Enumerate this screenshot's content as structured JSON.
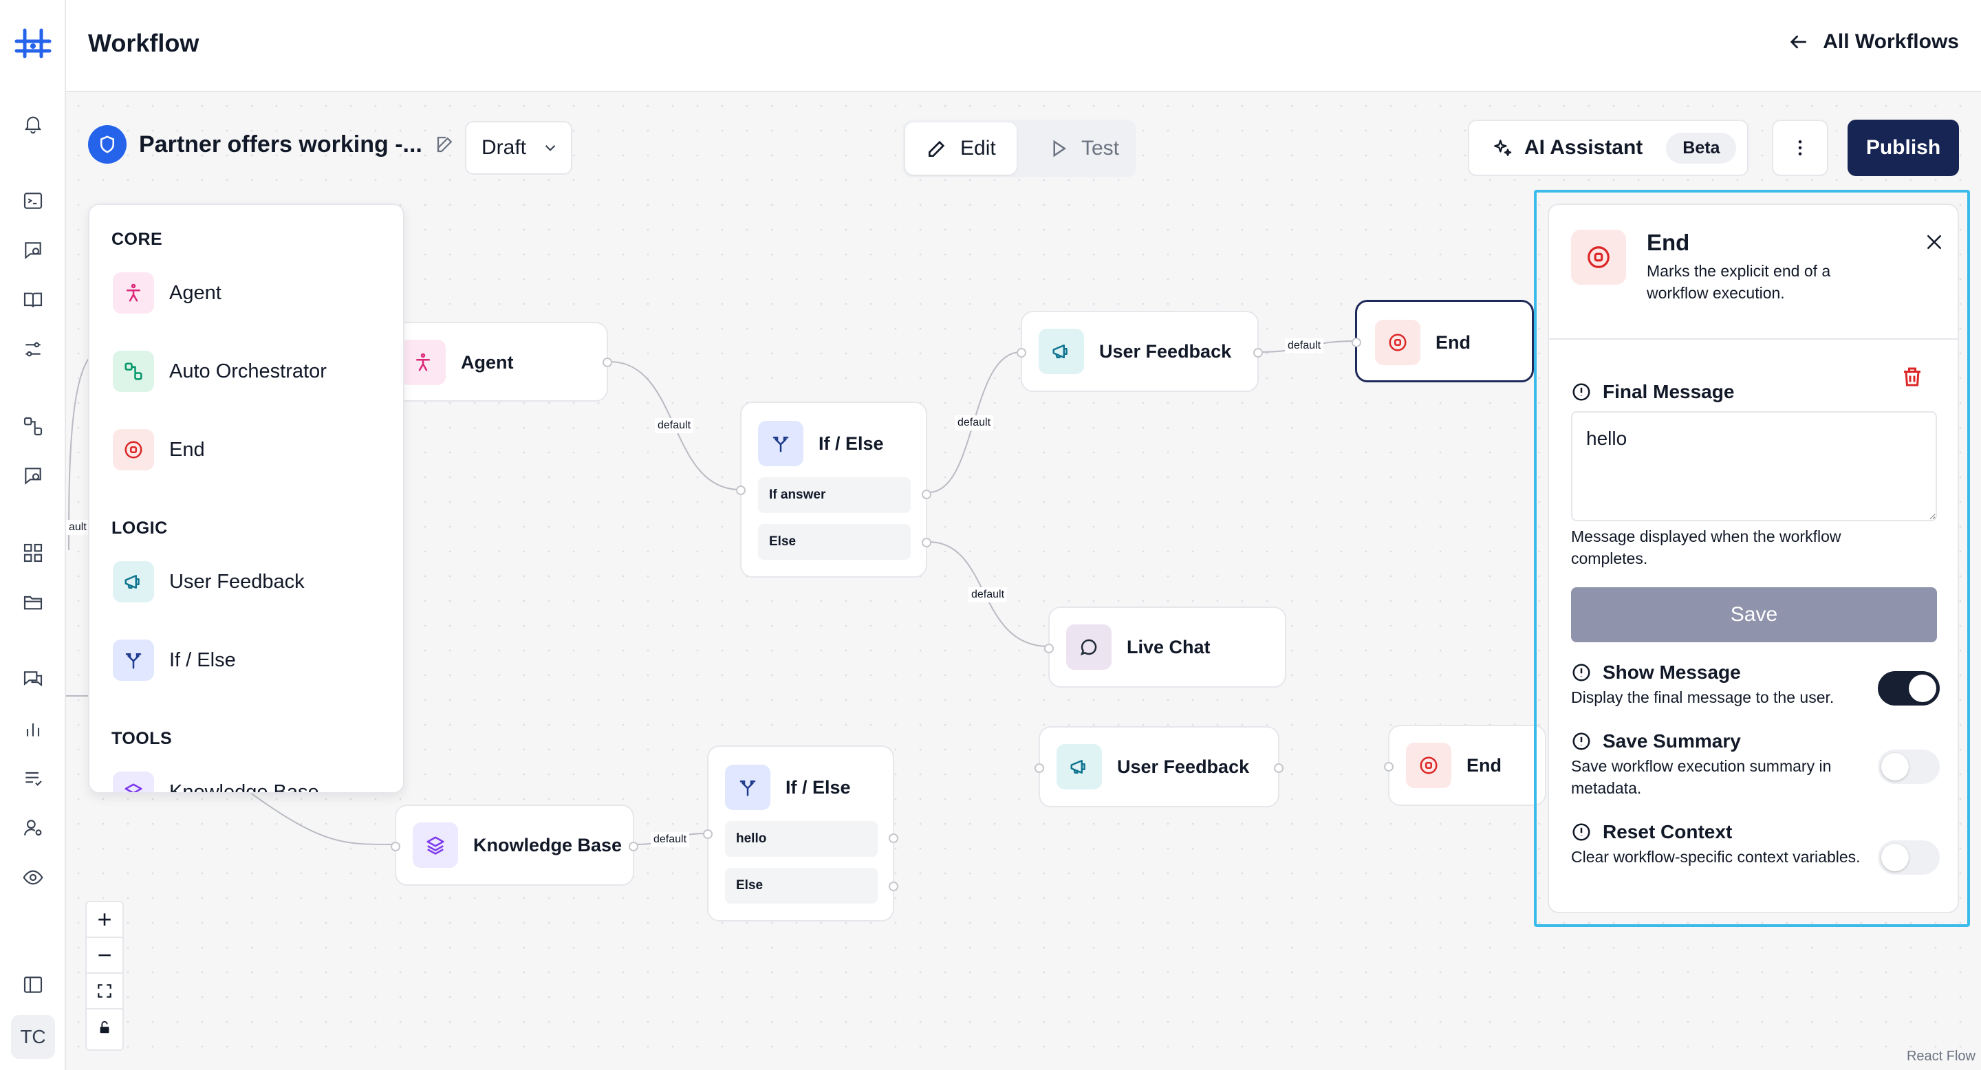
{
  "header": {
    "title": "Workflow",
    "back_label": "All Workflows"
  },
  "rail": {
    "avatar_initials": "TC",
    "icons": [
      "bell-icon",
      "terminal-icon",
      "chat-square-icon",
      "book-icon",
      "sliders-icon",
      "nodes-icon",
      "chat-square-icon",
      "grid-icon",
      "folder-icon",
      "messages-icon",
      "bar-chart-icon",
      "list-check-icon",
      "user-gear-icon",
      "eye-icon",
      "sidebar-toggle-icon"
    ]
  },
  "toolbar": {
    "workflow_name": "Partner offers working -...",
    "status_value": "Draft",
    "edit_label": "Edit",
    "test_label": "Test",
    "ai_label": "AI Assistant",
    "ai_badge": "Beta",
    "publish_label": "Publish"
  },
  "palette": {
    "sections": [
      {
        "title": "CORE",
        "items": [
          "Agent",
          "Auto Orchestrator",
          "End"
        ]
      },
      {
        "title": "LOGIC",
        "items": [
          "User Feedback",
          "If / Else"
        ]
      },
      {
        "title": "TOOLS",
        "items": [
          "Knowledge Base"
        ]
      }
    ]
  },
  "nodes": {
    "agent": "Agent",
    "ifelse1": {
      "title": "If / Else",
      "conditions": [
        "If answer",
        "Else"
      ]
    },
    "feedback1": "User Feedback",
    "end1": "End",
    "livechat": "Live Chat",
    "feedback2": "User Feedback",
    "end2": "End",
    "kb": "Knowledge Base",
    "ifelse2": {
      "title": "If / Else",
      "conditions": [
        "hello",
        "Else"
      ]
    }
  },
  "edges": {
    "default_label": "default",
    "partial_label": "ault"
  },
  "canvas": {
    "attribution": "React Flow",
    "zoom_in": "+",
    "zoom_out": "−"
  },
  "panel": {
    "title": "End",
    "description": "Marks the explicit end of a workflow execution.",
    "final_message": {
      "label": "Final Message",
      "value": "hello",
      "help": "Message displayed when the workflow completes."
    },
    "save_label": "Save",
    "show_message": {
      "label": "Show Message",
      "help": "Display the final message to the user.",
      "enabled": true
    },
    "save_summary": {
      "label": "Save Summary",
      "help": "Save workflow execution summary in metadata.",
      "enabled": false
    },
    "reset_context": {
      "label": "Reset Context",
      "help": "Clear workflow-specific context variables.",
      "enabled": false
    }
  },
  "colors": {
    "accent_navy": "#172554",
    "highlight_border": "#3bbbe9",
    "end_red": "#dc2626",
    "agent_pink": "#db2777",
    "feedback_teal": "#0e7490",
    "ifelse_indigo": "#1e3a8a",
    "kb_purple": "#7c3aed"
  }
}
